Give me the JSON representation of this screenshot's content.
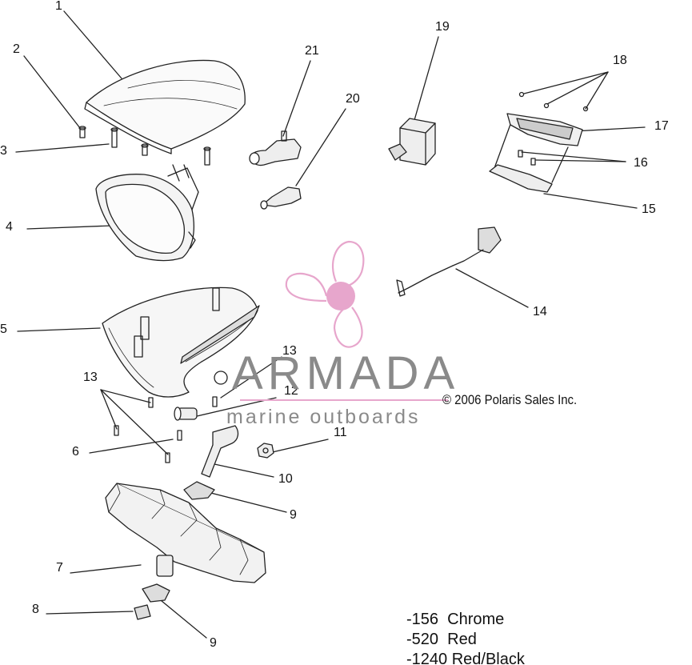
{
  "callouts": [
    "1",
    "2",
    "3",
    "4",
    "5",
    "6",
    "7",
    "8",
    "9",
    "9",
    "10",
    "11",
    "12",
    "13",
    "13",
    "14",
    "15",
    "16",
    "17",
    "18",
    "19",
    "20",
    "21"
  ],
  "copyright": "© 2006 Polaris Sales Inc.",
  "watermark": {
    "title": "ARMADA",
    "subtitle": "marine outboards",
    "colors": {
      "logo": "#e7a6cc",
      "text": "#8a8a8a"
    }
  },
  "color_options": [
    "-156  Chrome",
    "-520  Red",
    "-1240 Red/Black"
  ]
}
